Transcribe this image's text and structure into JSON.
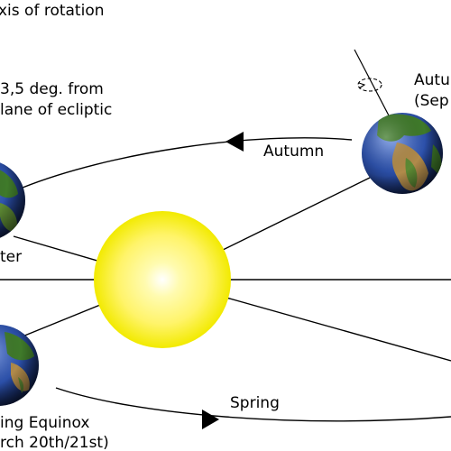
{
  "labels": {
    "axis": "xis of rotation",
    "tilt_line1": "3,5 deg. from",
    "tilt_line2": "lane of ecliptic",
    "autumn_top1": "Autu",
    "autumn_top2": "(Sep",
    "autumn": "Autumn",
    "winter": "ter",
    "spring": "Spring",
    "spring_equinox1": "ing Equinox",
    "spring_equinox2": "rch 20th/21st)"
  },
  "icons": {
    "sun": "sun-icon",
    "earth": "earth-globe-icon",
    "arrow": "orbit-direction-arrow-icon",
    "rotation": "rotation-ellipse-icon"
  },
  "colors": {
    "line": "#000000",
    "sun_core": "#ffffff",
    "sun_mid": "#fff46a",
    "sun_edge": "#f2ea00",
    "ocean": "#2b4fa8",
    "land": "#3f7a2a",
    "land_dry": "#b08a4a"
  }
}
